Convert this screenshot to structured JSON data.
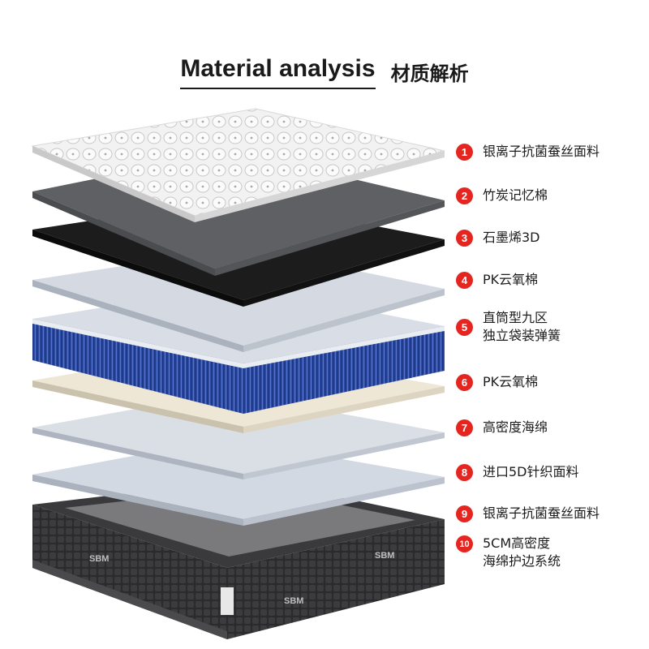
{
  "title": {
    "en": "Material analysis",
    "cn": "材质解析"
  },
  "layers": [
    {
      "num": "1",
      "lines": [
        "银离子抗菌蚕丝面料"
      ]
    },
    {
      "num": "2",
      "lines": [
        "竹炭记忆棉"
      ]
    },
    {
      "num": "3",
      "lines": [
        "石墨烯3D"
      ]
    },
    {
      "num": "4",
      "lines": [
        "PK云氧棉"
      ]
    },
    {
      "num": "5",
      "lines": [
        "直筒型九区",
        "独立袋装弹簧"
      ]
    },
    {
      "num": "6",
      "lines": [
        "PK云氧棉"
      ]
    },
    {
      "num": "7",
      "lines": [
        "高密度海绵"
      ]
    },
    {
      "num": "8",
      "lines": [
        "进口5D针织面料"
      ]
    },
    {
      "num": "9",
      "lines": [
        "银离子抗菌蚕丝面料"
      ]
    },
    {
      "num": "10",
      "lines": [
        "5CM高密度",
        "海绵护边系统"
      ]
    }
  ],
  "mattress": {
    "brand": "SBM"
  },
  "colors": {
    "accent": "#e52620",
    "charcoal": "#5f6063",
    "graphene": "#1c1c1c",
    "cream": "#efe7d6",
    "spring_blue": "#2f4ea8"
  }
}
